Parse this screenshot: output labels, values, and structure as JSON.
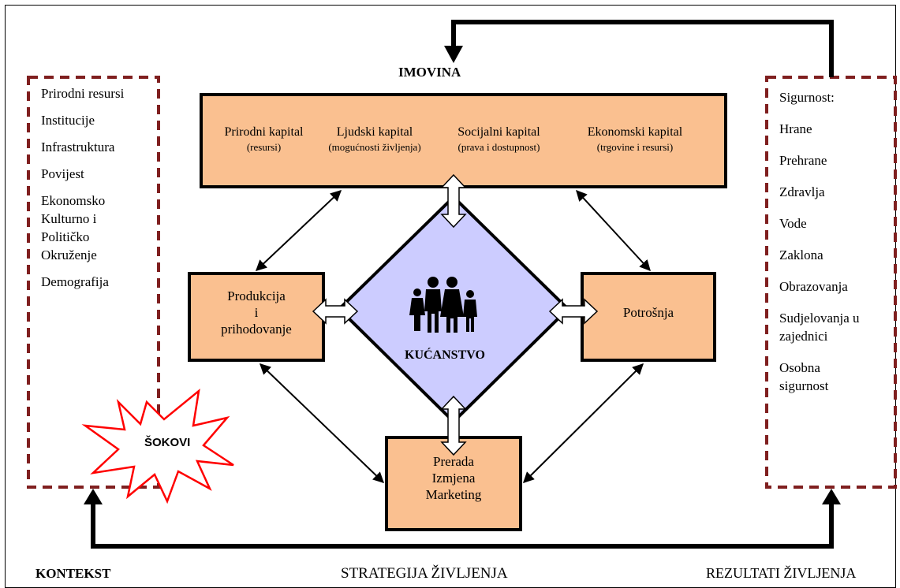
{
  "headings": {
    "assets": "IMOVINA",
    "context": "KONTEKST",
    "strategy": "STRATEGIJA ŽIVLJENJA",
    "results": "REZULTATI ŽIVLJENJA"
  },
  "context_items": [
    "Prirodni resursi",
    "Institucije",
    "Infrastruktura",
    "Povijest",
    "Ekonomsko Kulturno i Političko Okruženje",
    "Demografija"
  ],
  "shocks_label": "ŠOKOVI",
  "capitals": [
    {
      "name": "Prirodni kapital",
      "detail": "(resursi)"
    },
    {
      "name": "Ljudski kapital",
      "detail": "(mogućnosti življenja)"
    },
    {
      "name": "Socijalni kapital",
      "detail": "(prava i dostupnost)"
    },
    {
      "name": "Ekonomski kapital",
      "detail": "(trgovine i  resursi)"
    }
  ],
  "household_label": "KUĆANSTVO",
  "production": {
    "line1": "Produkcija",
    "line2": "i",
    "line3": "prihodovanje"
  },
  "consumption": "Potrošnja",
  "processing": {
    "line1": "Prerada",
    "line2": "Izmjena",
    "line3": "Marketing"
  },
  "results_title": "Sigurnost:",
  "results_items": [
    "Hrane",
    "Prehrane",
    "Zdravlja",
    "Vode",
    "Zaklona",
    "Obrazovanja",
    "Sudjelovanja u zajednici",
    "Osobna sigurnost"
  ],
  "colors": {
    "box_fill": "#fac090",
    "household_fill": "#ccccff",
    "dashed_border": "#7f1f1f",
    "shock": "#ff0000"
  }
}
